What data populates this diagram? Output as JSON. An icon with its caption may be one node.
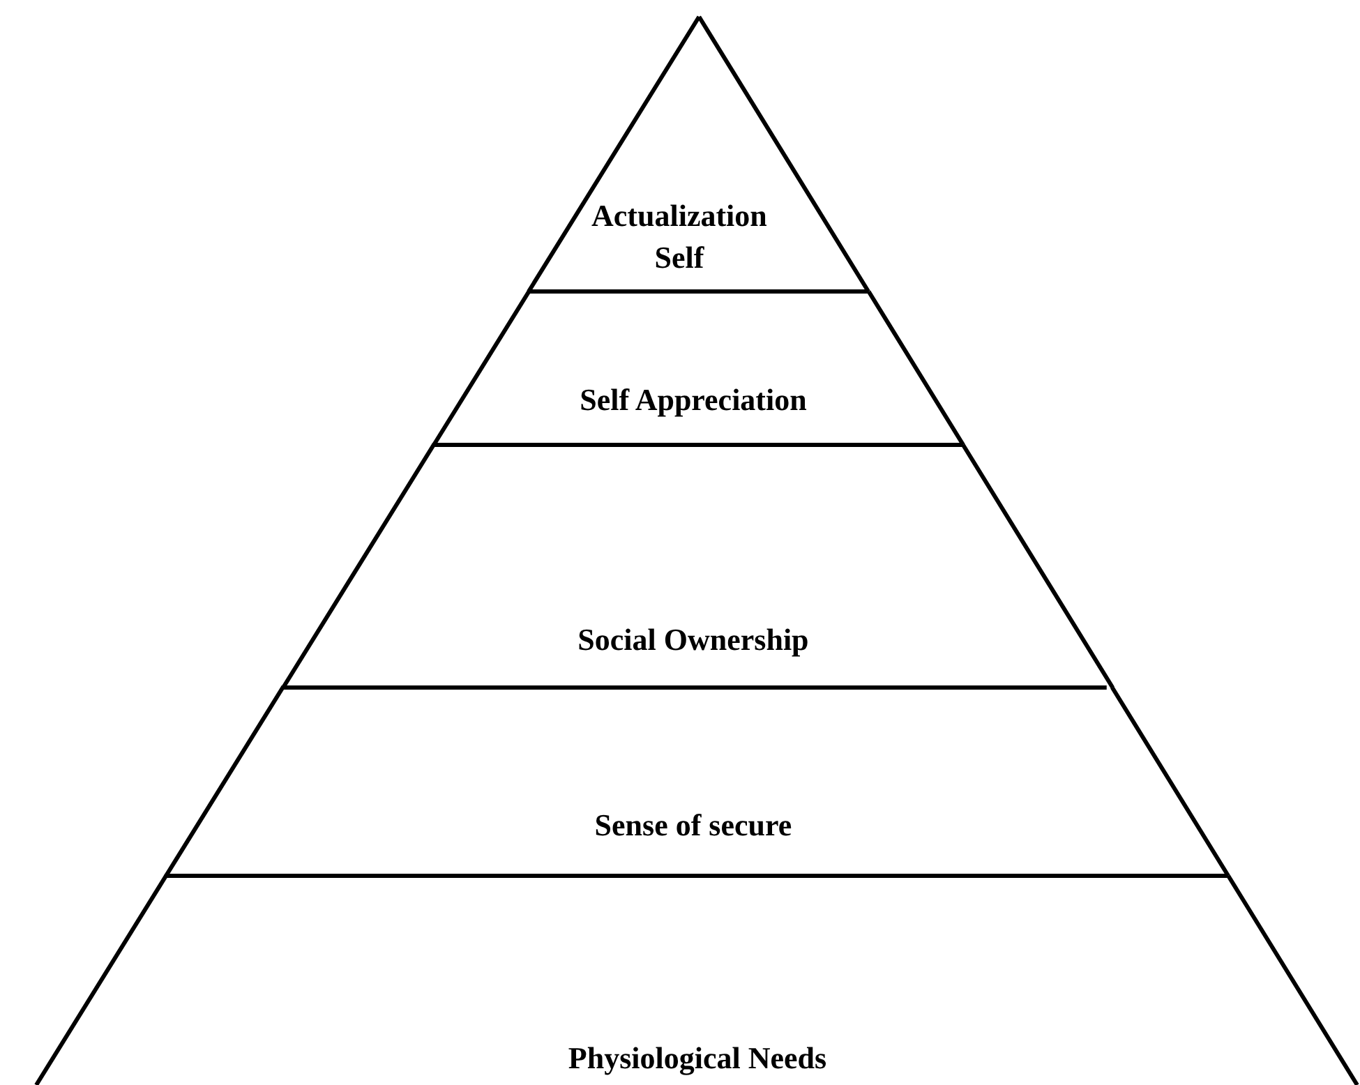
{
  "diagram": {
    "nodes": [
      {
        "text": [
          "Actualization Self"
        ]
      },
      {
        "text": [
          "Self Appreciation"
        ]
      },
      {
        "text": [
          "Social Ownership"
        ]
      },
      {
        "text": [
          "Sense of secure"
        ]
      },
      {
        "text": [
          "Physiological Needs"
        ]
      }
    ]
  }
}
